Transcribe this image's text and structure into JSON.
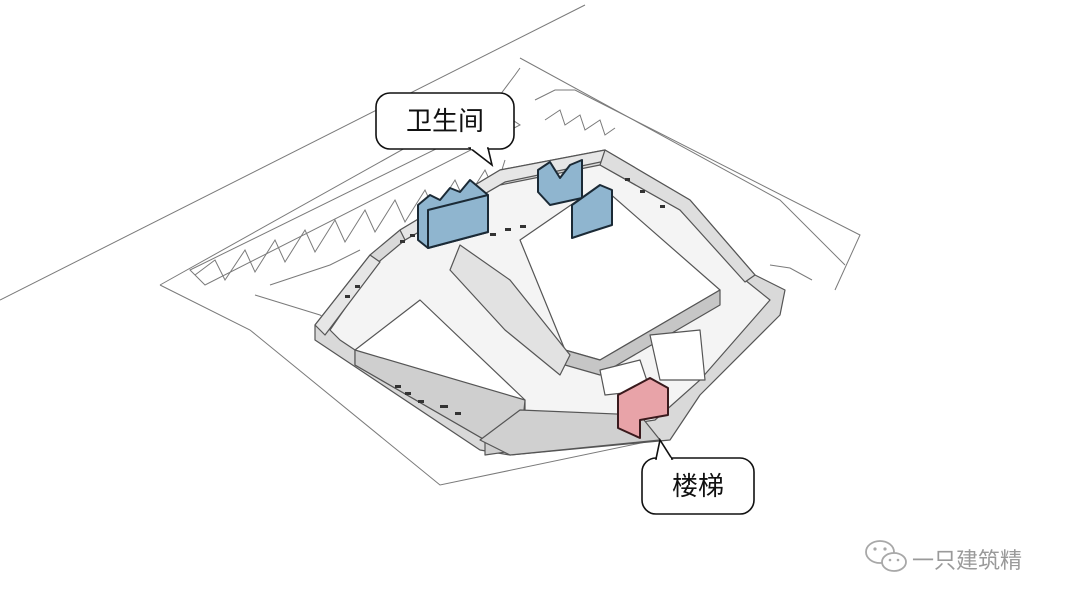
{
  "diagram": {
    "callouts": {
      "restroom": {
        "label": "卫生间",
        "color": "#8fb5cf"
      },
      "stairs": {
        "label": "楼梯",
        "color": "#e8a3a8"
      }
    }
  },
  "watermark": {
    "text": "一只建筑精",
    "icon": "wechat-icon"
  },
  "colors": {
    "wall_top": "#ffffff",
    "wall_side": "#d9d9d9",
    "wall_side_dark": "#c6c6c6",
    "line": "#555555",
    "site_line": "#7a7a7a",
    "restroom": "#8fb5cf",
    "stairs": "#e8a3a8"
  }
}
